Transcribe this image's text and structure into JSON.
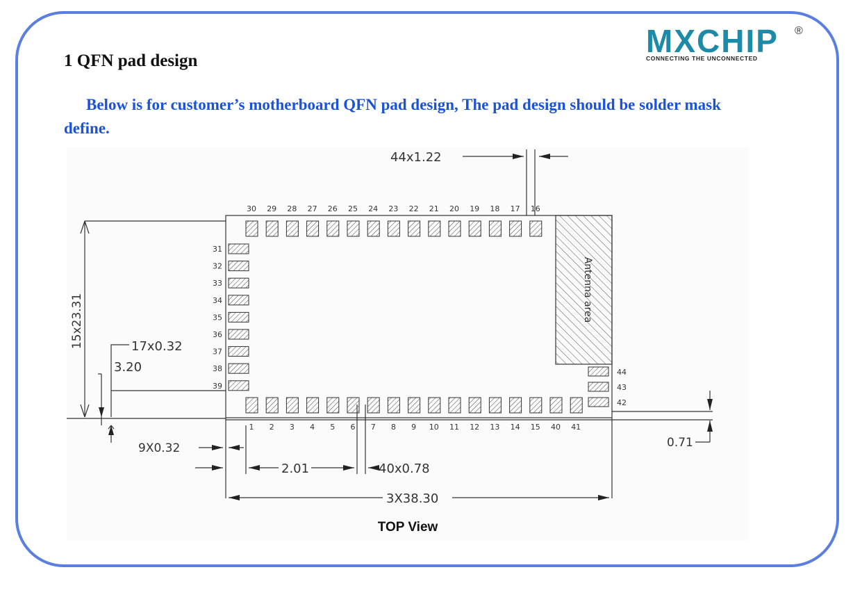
{
  "logo": {
    "text": "MXCHIP",
    "registered": "®",
    "tagline": "CONNECTING THE UNCONNECTED"
  },
  "section": {
    "heading": "1 QFN pad design",
    "intro": "Below is for customer’s motherboard QFN pad design, The pad design should be solder mask define."
  },
  "diagram": {
    "top_pins": [
      "30",
      "29",
      "28",
      "27",
      "26",
      "25",
      "24",
      "23",
      "22",
      "21",
      "20",
      "19",
      "18",
      "17",
      "16"
    ],
    "left_pins": [
      "31",
      "32",
      "33",
      "34",
      "35",
      "36",
      "37",
      "38",
      "39"
    ],
    "bottom_pins": [
      "1",
      "2",
      "3",
      "4",
      "5",
      "6",
      "7",
      "8",
      "9",
      "10",
      "11",
      "12",
      "13",
      "14",
      "15",
      "40",
      "41"
    ],
    "right_pins": [
      "44",
      "43",
      "42"
    ],
    "antenna_label": "Antenna area",
    "dimensions": {
      "pad_count_width": "44x1.22",
      "height": "15x23.31",
      "side_pitch": "17x0.32",
      "side_offset": "3.20",
      "corner_gap": "9X0.32",
      "first_pad_offset": "2.01",
      "pad_width": "40x0.78",
      "bottom_offset": "0.71",
      "overall_width": "3X38.30"
    },
    "caption": "TOP View"
  },
  "colors": {
    "frame": "#5b7fe0",
    "intro_text": "#1a52d9",
    "logo": "#1d8ba8"
  }
}
